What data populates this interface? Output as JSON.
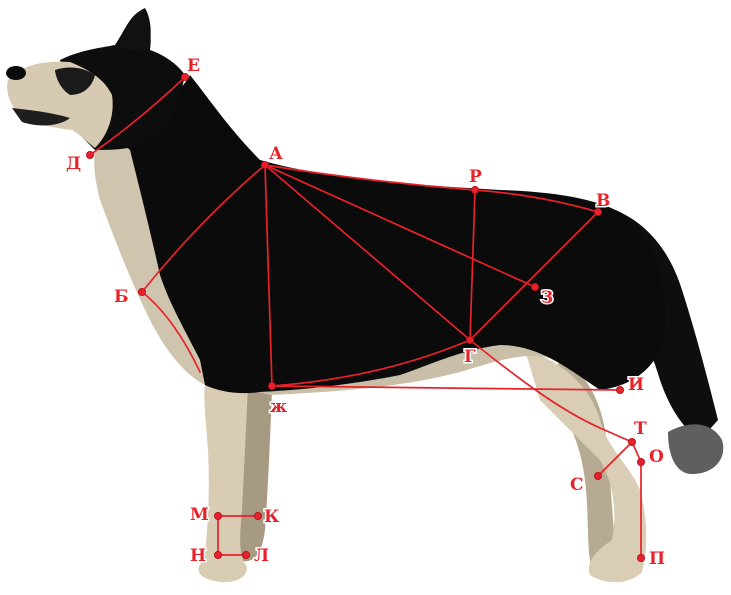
{
  "diagram": {
    "subject": "dog-measurement-points",
    "line_color": "#e8222a",
    "points": [
      {
        "id": "A",
        "label": "А"
      },
      {
        "id": "B",
        "label": "Б"
      },
      {
        "id": "V",
        "label": "В"
      },
      {
        "id": "G",
        "label": "Г"
      },
      {
        "id": "D",
        "label": "Д"
      },
      {
        "id": "E",
        "label": "Е"
      },
      {
        "id": "ZH",
        "label": "ж"
      },
      {
        "id": "Z",
        "label": "З"
      },
      {
        "id": "I",
        "label": "И"
      },
      {
        "id": "K",
        "label": "К"
      },
      {
        "id": "L",
        "label": "Л"
      },
      {
        "id": "M",
        "label": "М"
      },
      {
        "id": "N",
        "label": "Н"
      },
      {
        "id": "O",
        "label": "О"
      },
      {
        "id": "P",
        "label": "П"
      },
      {
        "id": "R",
        "label": "Р"
      },
      {
        "id": "S",
        "label": "С"
      },
      {
        "id": "T",
        "label": "Т"
      }
    ],
    "segments": [
      [
        "D",
        "E"
      ],
      [
        "A",
        "B"
      ],
      [
        "A",
        "ZH"
      ],
      [
        "A",
        "G"
      ],
      [
        "A",
        "Z"
      ],
      [
        "A",
        "R"
      ],
      [
        "R",
        "V"
      ],
      [
        "R",
        "G"
      ],
      [
        "V",
        "G"
      ],
      [
        "ZH",
        "G"
      ],
      [
        "ZH",
        "I"
      ],
      [
        "G",
        "T"
      ],
      [
        "S",
        "T"
      ],
      [
        "T",
        "O"
      ],
      [
        "O",
        "P"
      ],
      [
        "M",
        "K"
      ],
      [
        "M",
        "N"
      ],
      [
        "N",
        "L"
      ]
    ]
  }
}
